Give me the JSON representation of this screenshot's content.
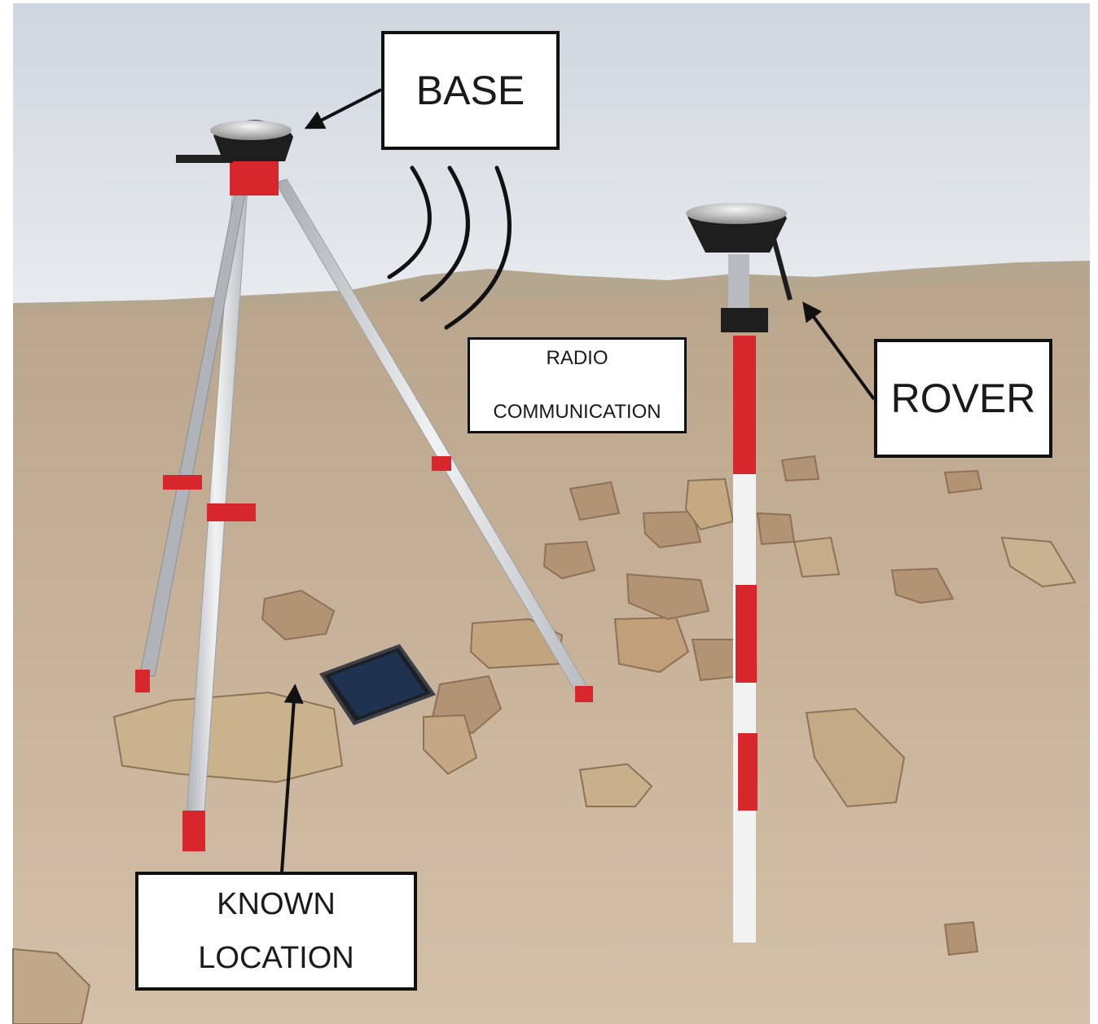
{
  "labels": {
    "base": "BASE",
    "rover": "ROVER",
    "radio_line1": "RADIO",
    "radio_line2": "COMMUNICATION",
    "known_line1": "KNOWN",
    "known_line2": "LOCATION"
  },
  "colors": {
    "sky": "#dfe4ea",
    "sand": "#cbb49a",
    "pole_red": "#d7262c",
    "pole_white": "#f2f2f2",
    "tripod_leg": "#d9dcdf",
    "receiver": "#222222"
  },
  "icons": {
    "base_arrow": "arrow-icon",
    "rover_arrow": "arrow-icon",
    "known_arrow": "arrow-icon",
    "radio_waves": "radio-waves-icon"
  }
}
